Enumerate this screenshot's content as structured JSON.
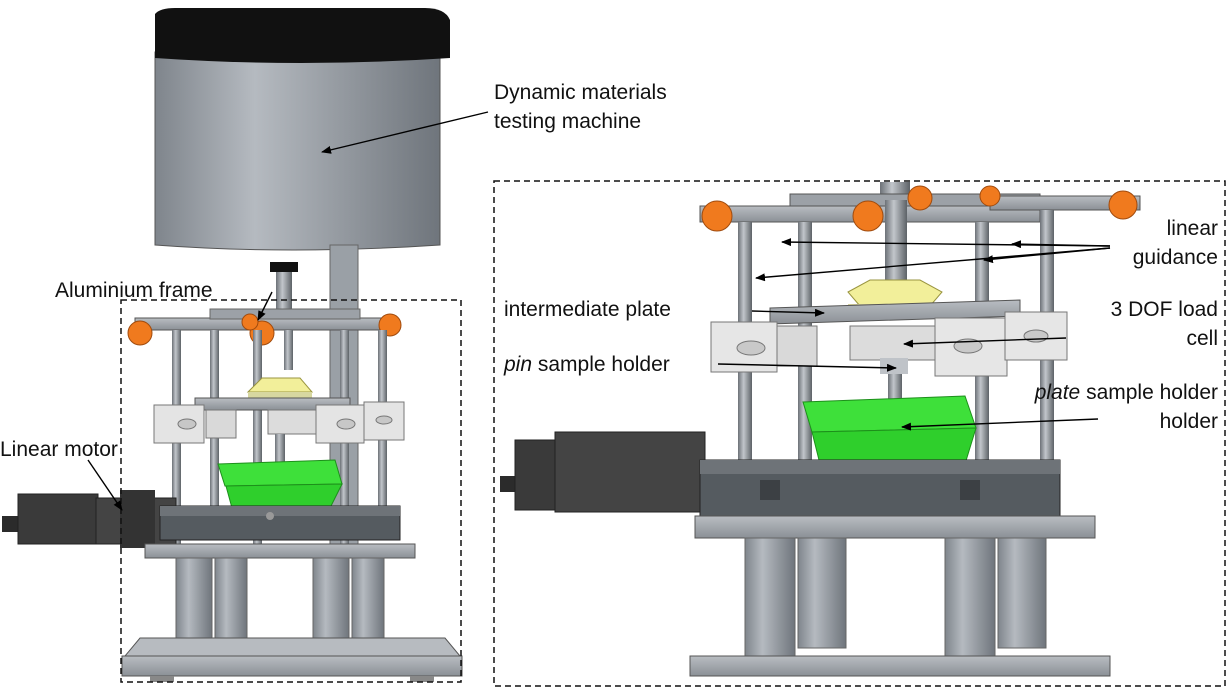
{
  "labels": {
    "dynamic_machine_line1": "Dynamic materials",
    "dynamic_machine_line2": "testing machine",
    "aluminium_frame": "Aluminium frame",
    "linear_motor": "Linear motor",
    "linear_guidance_line1": "linear",
    "linear_guidance_line2": "guidance",
    "intermediate_plate": "intermediate plate",
    "load_cell_line1": "3 DOF load",
    "load_cell_line2": "cell",
    "pin_holder_italic": "pin",
    "pin_holder_rest": " sample holder",
    "plate_holder_italic": "plate",
    "plate_holder_rest": " sample holder",
    "plate_holder_line2": "holder"
  },
  "colors": {
    "housing_gray": "#9aa0a6",
    "housing_top": "#111111",
    "steel": "#a9adb3",
    "orange": "#f07a1e",
    "green": "#3ee03a",
    "motor": "#3a3a3a",
    "cream": "#f2ef9a",
    "block_white": "#e8e8e8"
  }
}
